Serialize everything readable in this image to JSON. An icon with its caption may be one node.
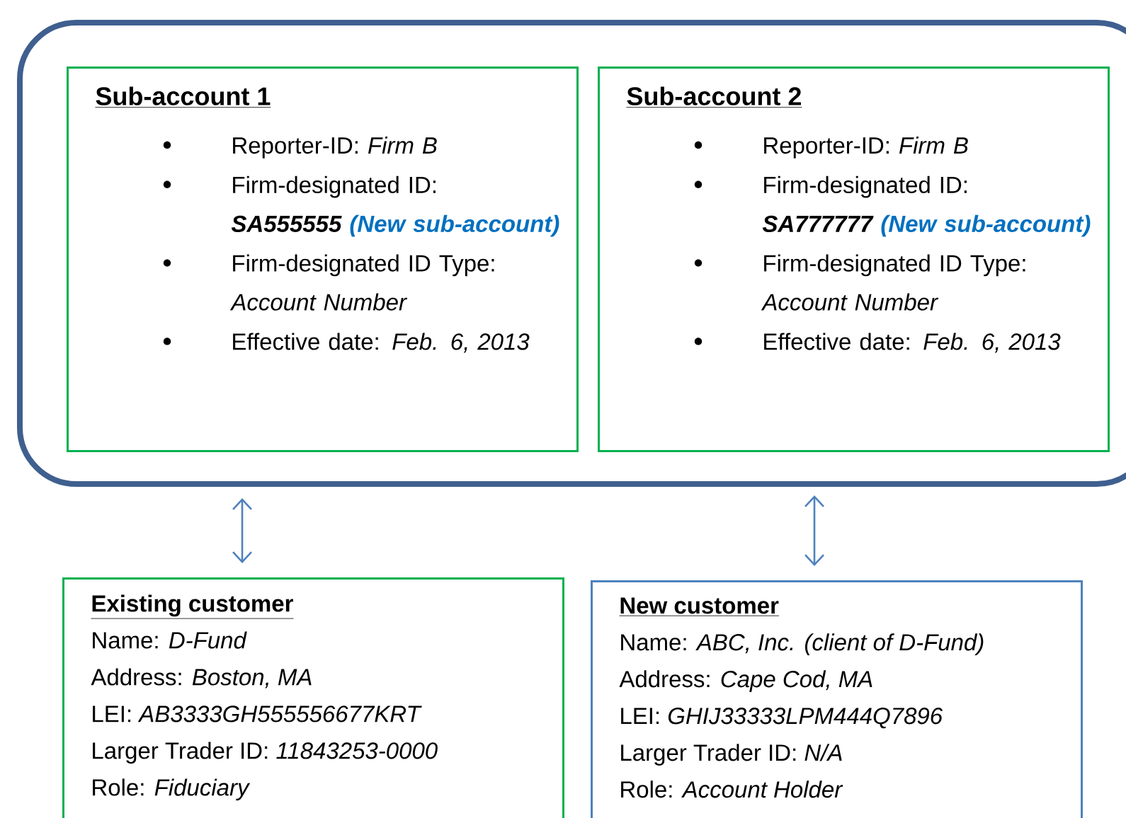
{
  "diagram": {
    "nodes": [
      {
        "text": [],
        "shape": "box"
      },
      {
        "text": [
          "Sub-account 1",
          "Reporter-ID: *Firm B*",
          "Firm-designated ID:",
          "SA555555",
          "(New sub-account)",
          "Firm-designated ID Type: *Account Number*",
          "Effective date: *Feb. 6, 2013*"
        ],
        "in": 0
      },
      {
        "text": [
          "Sub-account 2",
          "Reporter-ID: *Firm B*",
          "Firm-designated ID:",
          "SA777777",
          "(New sub-account)",
          "Firm-designated ID Type: *Account Number*",
          "Effective date: *Feb. 6, 2013*"
        ],
        "in": 0
      },
      {
        "text": [
          "Existing customer",
          "Name: *D-Fund*",
          "Address: *Boston, MA*",
          "LEI: *AB3333GH555556677KRT*",
          "Larger Trader ID: *11843253-0000*",
          "Role: *Fiduciary*"
        ]
      },
      {
        "text": [
          "New customer",
          "Name: *ABC, Inc. (client of D-Fund)*",
          "Address: *Cape Cod, MA*",
          "LEI: *GHIJ33333LPM444Q7896*",
          "Larger Trader ID: *N/A*",
          "Role: *Account Holder*"
        ]
      }
    ],
    "edges": [
      {
        "from": 0,
        "to": 3,
        "arrow": "both"
      },
      {
        "from": 0,
        "to": 4,
        "arrow": "both"
      }
    ]
  }
}
